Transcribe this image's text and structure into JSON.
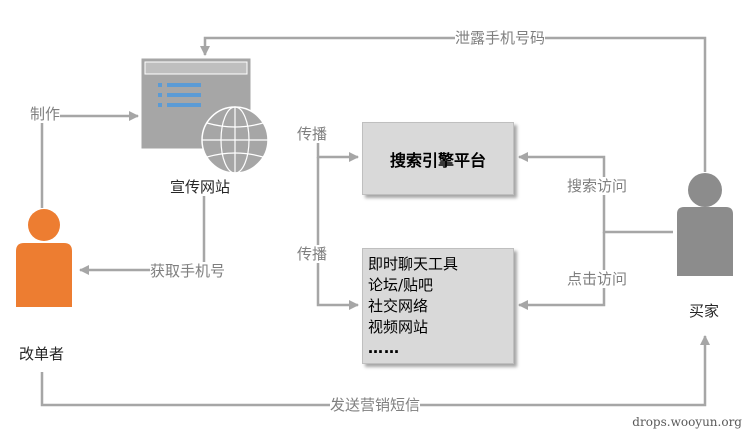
{
  "nodes": {
    "website": "宣传网站",
    "criminal": "改单者",
    "buyer": "买家",
    "search_platform": "搜索引擎平台",
    "social_items": [
      "即时聊天工具",
      "论坛/贴吧",
      "社交网络",
      "视频网站",
      "……"
    ]
  },
  "edges": {
    "leak": "泄露手机号码",
    "make": "制作",
    "spread_1": "传播",
    "spread_2": "传播",
    "search_visit": "搜索访问",
    "click_visit": "点击访问",
    "get_phone": "获取手机号",
    "send_sms": "发送营销短信"
  },
  "watermark": "drops.wooyun.org",
  "colors": {
    "line": "#a6a6a6",
    "criminal": "#ed7d31",
    "buyer": "#8c8c8c",
    "box": "#d9d9d9",
    "website_window": "#a6a6a6",
    "website_list": "#5b9bd5"
  }
}
